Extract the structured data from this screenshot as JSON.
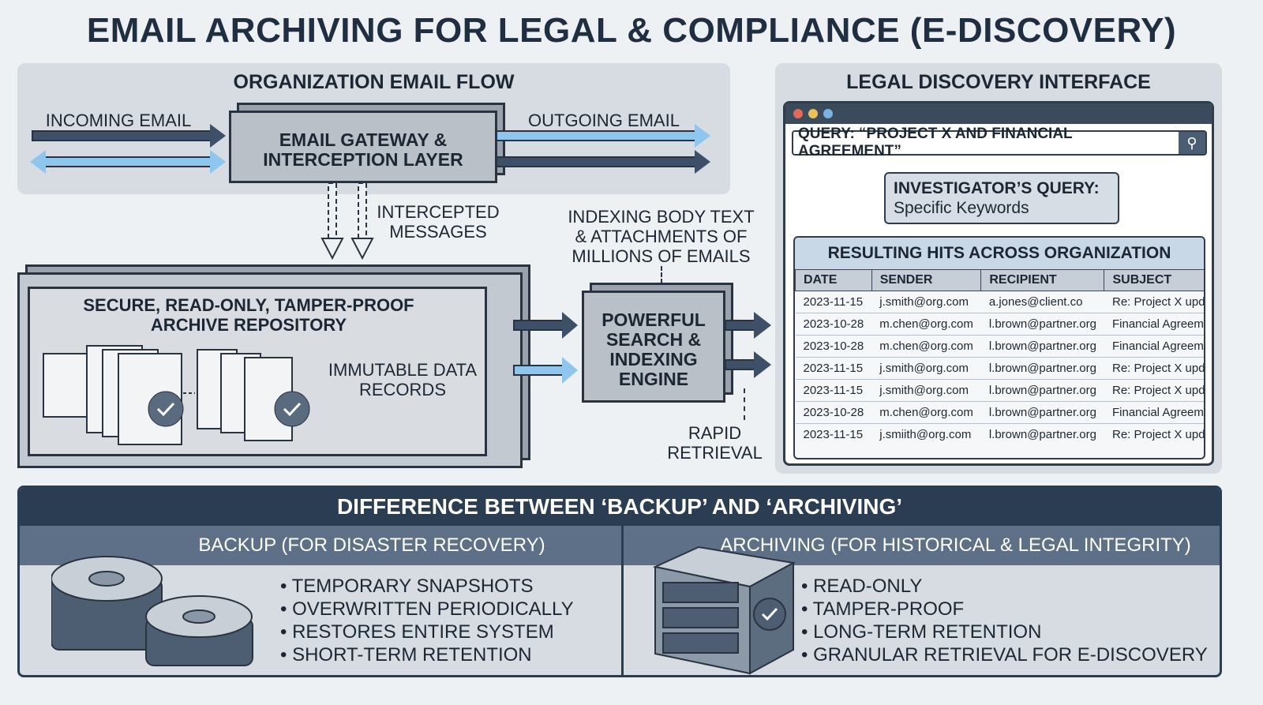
{
  "title": "EMAIL ARCHIVING FOR LEGAL & COMPLIANCE (E-DISCOVERY)",
  "flow": {
    "title": "ORGANIZATION EMAIL FLOW",
    "incoming": "INCOMING EMAIL",
    "outgoing": "OUTGOING EMAIL",
    "gateway": "EMAIL GATEWAY & INTERCEPTION LAYER",
    "intercepted": "INTERCEPTED MESSAGES",
    "archive": "SECURE, READ-ONLY, TAMPER-PROOF ARCHIVE REPOSITORY",
    "immutable": "IMMUTABLE DATA RECORDS",
    "indexing": "INDEXING BODY TEXT & ATTACHMENTS OF MILLIONS OF EMAILS",
    "engine": "POWERFUL SEARCH & INDEXING ENGINE",
    "rapid": "RAPID RETRIEVAL"
  },
  "legal": {
    "title": "LEGAL DISCOVERY INTERFACE",
    "query": "QUERY: “PROJECT X AND FINANCIAL AGREEMENT”",
    "callout_title": "INVESTIGATOR’S QUERY:",
    "callout_text": "Specific Keywords",
    "results_title": "RESULTING HITS ACROSS ORGANIZATION",
    "columns": [
      "DATE",
      "SENDER",
      "RECIPIENT",
      "SUBJECT"
    ],
    "rows": [
      [
        "2023-11-15",
        "j.smith@org.com",
        "a.jones@client.co",
        "Re: Project X updates"
      ],
      [
        "2023-10-28",
        "m.chen@org.com",
        "l.brown@partner.org",
        "Financial Agreement Draft"
      ],
      [
        "2023-10-28",
        "m.chen@org.com",
        "l.brown@partner.org",
        "Financial Agreement Draft"
      ],
      [
        "2023-11-15",
        "j.smith@org.com",
        "l.brown@partner.org",
        "Re: Project X updates"
      ],
      [
        "2023-11-15",
        "j.smith@org.com",
        "l.brown@partner.org",
        "Re: Project X updates"
      ],
      [
        "2023-10-28",
        "m.chen@org.com",
        "l.brown@partner.org",
        "Financial Agreement Draft"
      ],
      [
        "2023-11-15",
        "j.smiith@org.com",
        "l.brown@partner.org",
        "Re: Project X updates"
      ]
    ]
  },
  "difference": {
    "title": "DIFFERENCE BETWEEN ‘BACKUP’ AND ‘ARCHIVING’",
    "backup": {
      "title": "BACKUP (FOR DISASTER RECOVERY)",
      "items": [
        "TEMPORARY SNAPSHOTS",
        "OVERWRITTEN PERIODICALLY",
        "RESTORES ENTIRE SYSTEM",
        "SHORT-TERM RETENTION"
      ]
    },
    "archiving": {
      "title": "ARCHIVING (FOR HISTORICAL & LEGAL INTEGRITY)",
      "items": [
        "READ-ONLY",
        "TAMPER-PROOF",
        "LONG-TERM RETENTION",
        "GRANULAR RETRIEVAL FOR E-DISCOVERY"
      ]
    }
  },
  "colors": {
    "dark": "#2b3d52",
    "light_arrow": "#8ec6ee",
    "panel": "#d7dce2"
  }
}
